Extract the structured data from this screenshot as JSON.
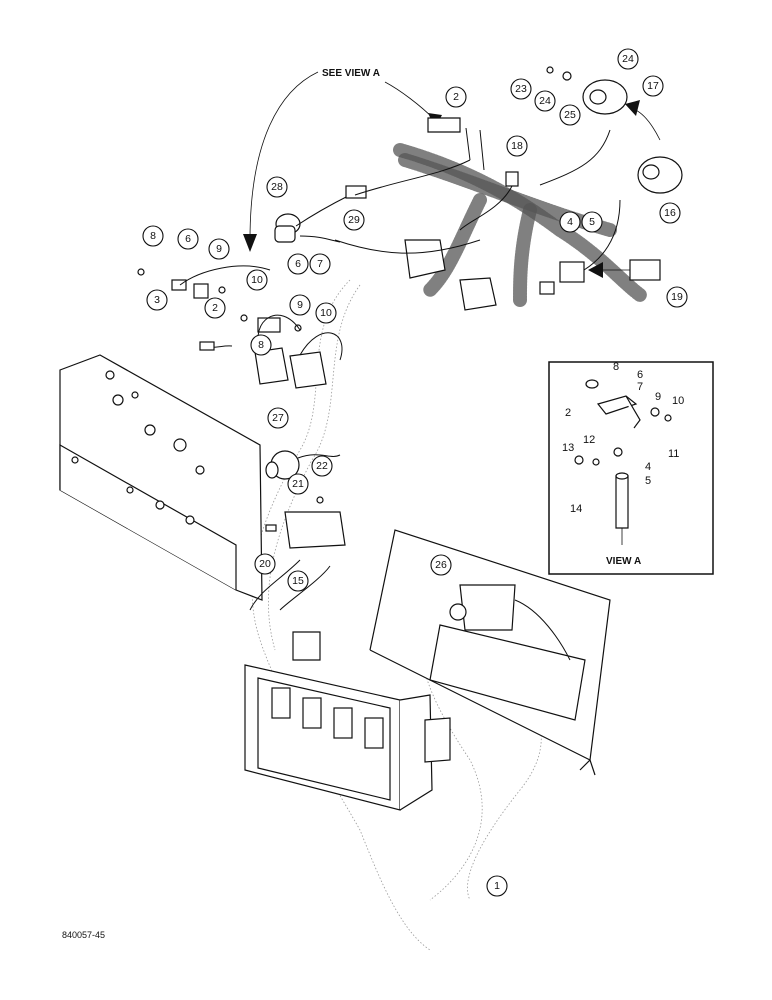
{
  "see_view_label": "SEE VIEW A",
  "view_label": "VIEW A",
  "figure_code": "840057-45",
  "callouts": [
    {
      "id": "c2a",
      "text": "2"
    },
    {
      "id": "c24a",
      "text": "24"
    },
    {
      "id": "c23",
      "text": "23"
    },
    {
      "id": "c24b",
      "text": "24"
    },
    {
      "id": "c25",
      "text": "25"
    },
    {
      "id": "c17",
      "text": "17"
    },
    {
      "id": "c18",
      "text": "18"
    },
    {
      "id": "c16",
      "text": "16"
    },
    {
      "id": "c28",
      "text": "28"
    },
    {
      "id": "c29",
      "text": "29"
    },
    {
      "id": "c4",
      "text": "4"
    },
    {
      "id": "c5",
      "text": "5"
    },
    {
      "id": "c19",
      "text": "19"
    },
    {
      "id": "c8a",
      "text": "8"
    },
    {
      "id": "c6a",
      "text": "6"
    },
    {
      "id": "c9a",
      "text": "9"
    },
    {
      "id": "c10a",
      "text": "10"
    },
    {
      "id": "c3",
      "text": "3"
    },
    {
      "id": "c6b",
      "text": "6"
    },
    {
      "id": "c7",
      "text": "7"
    },
    {
      "id": "c2b",
      "text": "2"
    },
    {
      "id": "c9b",
      "text": "9"
    },
    {
      "id": "c10b",
      "text": "10"
    },
    {
      "id": "c8b",
      "text": "8"
    },
    {
      "id": "c27",
      "text": "27"
    },
    {
      "id": "c22",
      "text": "22"
    },
    {
      "id": "c21",
      "text": "21"
    },
    {
      "id": "c20",
      "text": "20"
    },
    {
      "id": "c15",
      "text": "15"
    },
    {
      "id": "c26",
      "text": "26"
    },
    {
      "id": "c1",
      "text": "1"
    }
  ],
  "view_a_labels": [
    "8",
    "6",
    "7",
    "9",
    "10",
    "2",
    "12",
    "13",
    "4",
    "5",
    "11",
    "14"
  ]
}
